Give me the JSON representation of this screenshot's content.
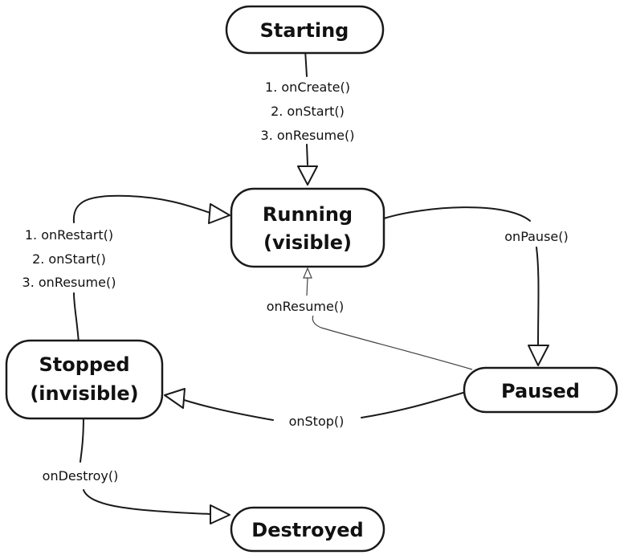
{
  "diagram": {
    "states": {
      "starting": "Starting",
      "running_line1": "Running",
      "running_line2": "(visible)",
      "paused": "Paused",
      "stopped_line1": "Stopped",
      "stopped_line2": "(invisible)",
      "destroyed": "Destroyed"
    },
    "transitions": {
      "start_to_running": [
        "1. onCreate()",
        "2. onStart()",
        "3. onResume()"
      ],
      "stopped_to_running": [
        "1. onRestart()",
        "2. onStart()",
        "3. onResume()"
      ],
      "running_to_paused": "onPause()",
      "paused_to_running": "onResume()",
      "paused_to_stopped": "onStop()",
      "stopped_to_destroyed": "onDestroy()"
    }
  }
}
